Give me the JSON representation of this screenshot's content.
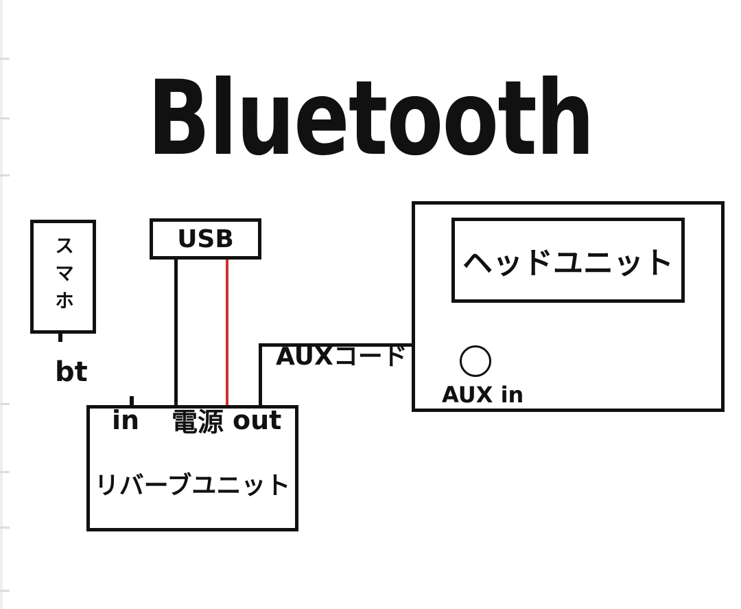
{
  "title": "Bluetooth",
  "diagram": {
    "smartphone": {
      "label": "スマホ"
    },
    "bluetooth_link": {
      "label": "bt"
    },
    "usb": {
      "label": "USB"
    },
    "aux_cord": {
      "label": "AUXコード"
    },
    "head_unit": {
      "label": "ヘッドユニット",
      "aux_port_label": "AUX in"
    },
    "reverb_unit": {
      "label": "リバーブユニット",
      "ports": {
        "in": "in",
        "power": "電源",
        "out": "out"
      }
    }
  },
  "colors": {
    "ink": "#111111",
    "power_wire": "#d32f2f",
    "background": "#ffffff",
    "edge_artifact": "#efefef"
  }
}
